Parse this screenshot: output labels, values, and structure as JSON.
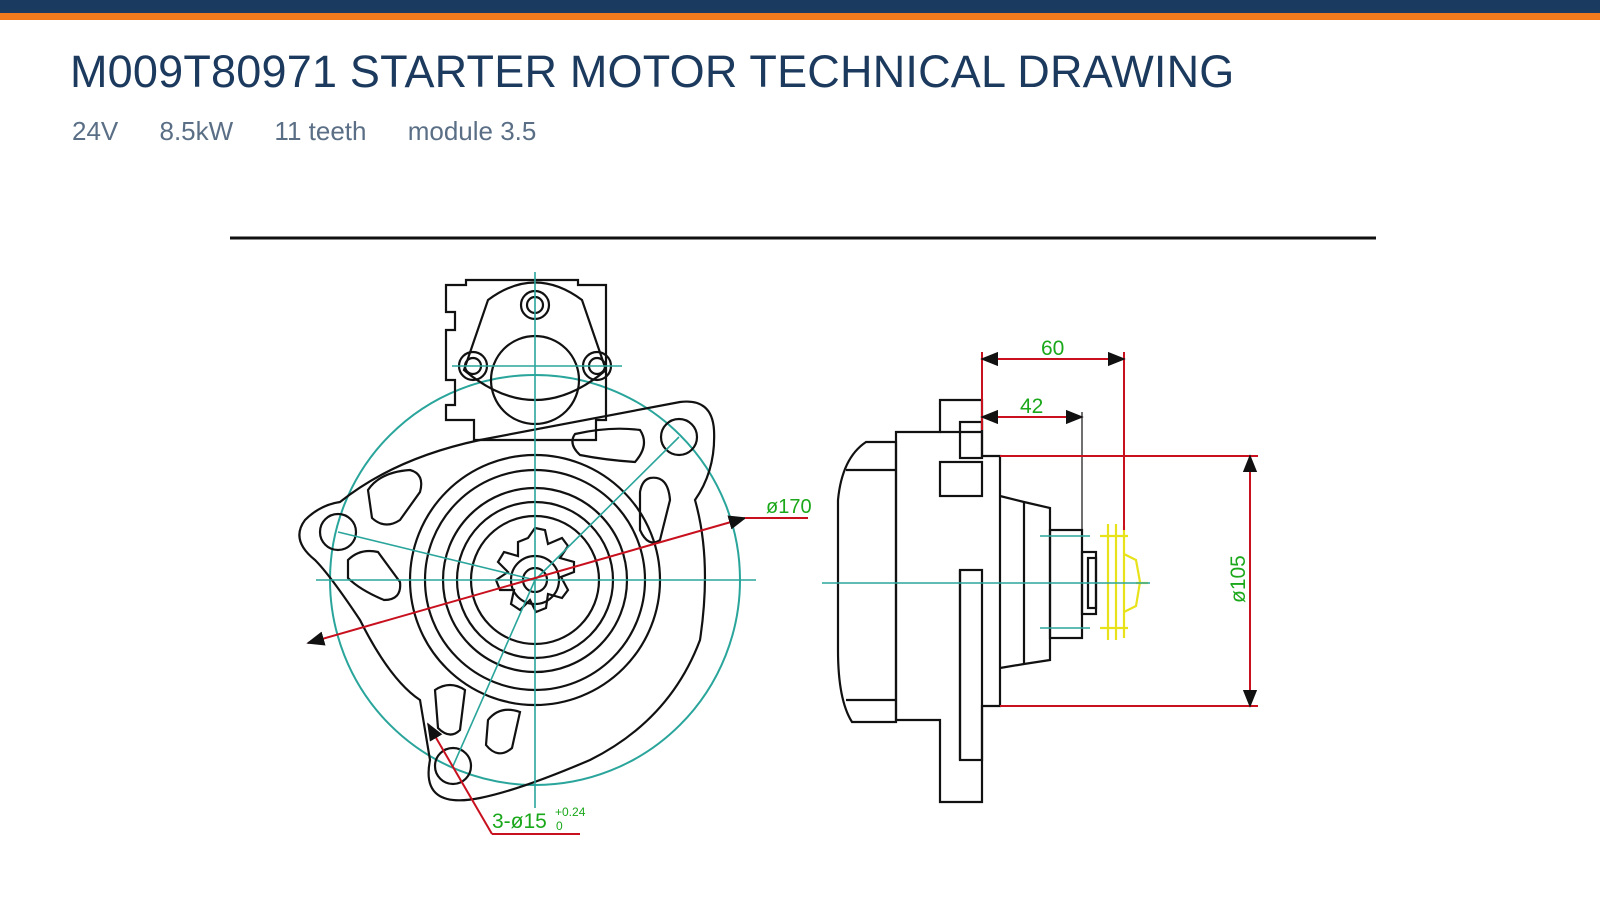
{
  "header": {
    "title": "M009T80971 STARTER MOTOR TECHNICAL DRAWING",
    "specs": [
      "24V",
      "8.5kW",
      "11 teeth",
      "module 3.5"
    ]
  },
  "drawing": {
    "dimensions": {
      "flange_diameter": "ø170",
      "hole_spec": "3-ø15",
      "hole_tol_upper": "+0.24",
      "hole_tol_lower": "0",
      "length_60": "60",
      "length_42": "42",
      "pilot_diameter": "ø105"
    }
  },
  "colors": {
    "navy": "#1a3a5f",
    "orange": "#f07a1c",
    "line": "#111111",
    "center_line": "#2aa59b",
    "dimension_red": "#c8101e",
    "dimension_text": "#1aa81a",
    "pinion_yellow": "#e8e21a"
  }
}
